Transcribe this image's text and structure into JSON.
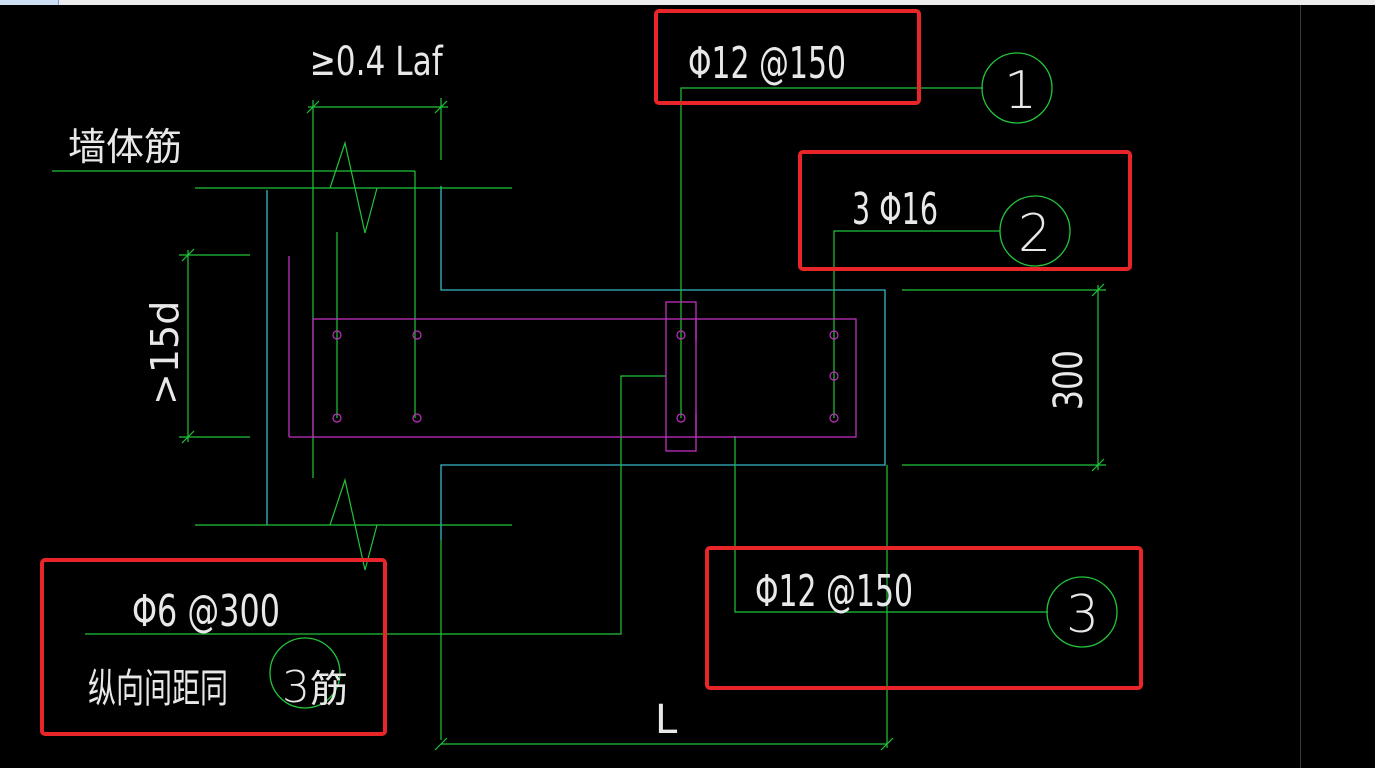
{
  "labels": {
    "lap_length": "≥0.4 Laf",
    "wall_rebar": "墙体筋",
    "anchor_15d": ">15d",
    "rebar_1": "Φ12 @150",
    "rebar_2": "3 Φ16",
    "rebar_3": "Φ12 @150",
    "tie_rebar": "Φ6 @300",
    "spacing_note": "纵向间距同",
    "spacing_note_tail": "筋",
    "height_dim": "300",
    "length_dim": "L"
  },
  "callouts": {
    "c1": "1",
    "c2": "2",
    "c3_main": "3",
    "c3_small": "3"
  },
  "colors": {
    "background": "#000000",
    "text": "#e8e8e8",
    "green": "#22c43a",
    "cyan": "#36b6c8",
    "magenta": "#c030c0",
    "highlight_box": "#e8262a"
  }
}
